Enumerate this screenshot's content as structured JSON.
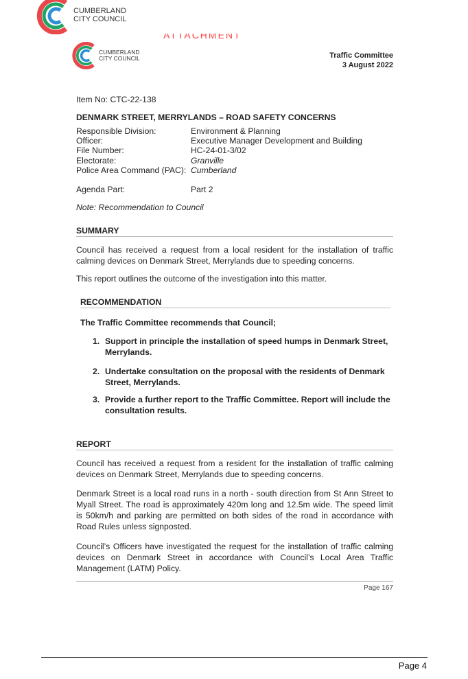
{
  "logo_outer": {
    "line1": "CUMBERLAND",
    "line2": "CITY COUNCIL"
  },
  "logo_inner": {
    "line1": "CUMBERLAND",
    "line2": "CITY COUNCIL"
  },
  "stamp": "ATTACHMENT",
  "header": {
    "committee": "Traffic Committee",
    "date": "3 August 2022"
  },
  "item_no": "Item No: CTC-22-138",
  "title": "DENMARK STREET, MERRYLANDS – ROAD SAFETY CONCERNS",
  "fields": [
    {
      "label": "Responsible Division:",
      "value": "Environment & Planning"
    },
    {
      "label": "Officer:",
      "value": "Executive Manager Development and Building"
    },
    {
      "label": "File Number:",
      "value": "HC-24-01-3/02"
    },
    {
      "label": "Electorate:",
      "value": "Granville"
    },
    {
      "label": "Police Area Command (PAC):",
      "value": "Cumberland"
    }
  ],
  "agenda": {
    "label": "Agenda Part:",
    "value": "Part 2"
  },
  "note": "Note: Recommendation to Council",
  "summary": {
    "heading": "SUMMARY",
    "p1": "Council has received a request from a local resident for the installation of traffic calming devices on Denmark Street, Merrylands due to speeding concerns.",
    "p2": "This report outlines the outcome of the investigation into this matter."
  },
  "recommendation": {
    "heading": "RECOMMENDATION",
    "intro": "The Traffic Committee recommends that Council;",
    "items": [
      {
        "n": "1.",
        "text": "Support in principle the installation of speed humps in Denmark Street, Merrylands."
      },
      {
        "n": "2.",
        "text": "Undertake consultation on the proposal with the residents of Denmark Street, Merrylands."
      },
      {
        "n": "3.",
        "text": "Provide a further report to the Traffic Committee. Report will include the consultation results."
      }
    ]
  },
  "report": {
    "heading": "REPORT",
    "p1": "Council has received a request from a resident for the installation of traffic calming devices on Denmark Street, Merrylands due to speeding concerns.",
    "p2": "Denmark Street is a local road runs in a north - south direction from St Ann Street to Myall Street. The road is approximately 420m long and 12.5m wide. The speed limit is 50km/h and parking are permitted on both sides of the road in accordance with Road Rules unless signposted.",
    "p3": "Council’s Officers have investigated the request for the installation of traffic calming devices on Denmark Street in accordance with Council’s Local Area Traffic Management (LATM) Policy."
  },
  "inner_page": "Page 167",
  "outer_page": "Page 4",
  "colors": {
    "red": "#e8474c",
    "green": "#1fa463",
    "blue": "#2d8fd8",
    "stamp": "#ff4040"
  }
}
